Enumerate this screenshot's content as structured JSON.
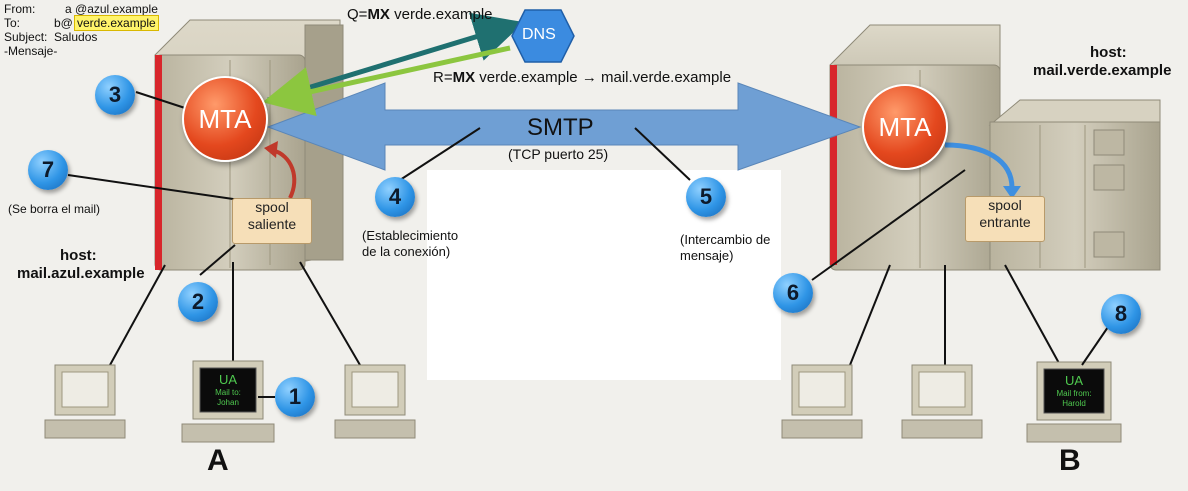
{
  "email_header": {
    "from_label": "From:",
    "from_value": "a @azul.example",
    "to_label": "To:",
    "to_value_prefix": "b@",
    "to_value_domain": "verde.example",
    "subject_label": "Subject:",
    "subject_value": "Saludos",
    "body_label": "-Mensaje-"
  },
  "dns": {
    "label": "DNS",
    "query_prefix": "Q=",
    "query_type": "MX",
    "query_domain": " verde.example",
    "response_prefix": "R=",
    "response_type": "MX",
    "response_rest": " verde.example → mail.verde.example"
  },
  "smtp": {
    "label": "SMTP",
    "sublabel": "(TCP puerto 25)"
  },
  "host_a": {
    "label_line1": "host:",
    "label_line2": "mail.azul.example",
    "mta_label": "MTA",
    "spool_line1": "spool",
    "spool_line2": "saliente",
    "letter": "A",
    "ua_label": "UA",
    "ua_line1": "Mail to:",
    "ua_line2": "Johan"
  },
  "host_b": {
    "label_line1": "host:",
    "label_line2": "mail.verde.example",
    "mta_label": "MTA",
    "spool_line1": "spool",
    "spool_line2": "entrante",
    "letter": "B",
    "ua_label": "UA",
    "ua_line1": "Mail from:",
    "ua_line2": "Harold"
  },
  "steps": [
    {
      "num": "1"
    },
    {
      "num": "2"
    },
    {
      "num": "3"
    },
    {
      "num": "4",
      "caption_line1": "(Establecimiento",
      "caption_line2": "de la conexión)"
    },
    {
      "num": "5",
      "caption_line1": "(Intercambio de",
      "caption_line2": "mensaje)"
    },
    {
      "num": "6"
    },
    {
      "num": "7",
      "caption_line1": "(Se borra el mail)"
    },
    {
      "num": "8"
    }
  ],
  "colors": {
    "smtp_arrow": "#6f9fd4",
    "dns_query_arrow": "#1f7070",
    "dns_response_arrow": "#8cc63f",
    "server_body": "#c9c4b2",
    "server_stripe": "#d8262b",
    "step_circle": "#2f95e6",
    "mta": "#e4481e"
  }
}
